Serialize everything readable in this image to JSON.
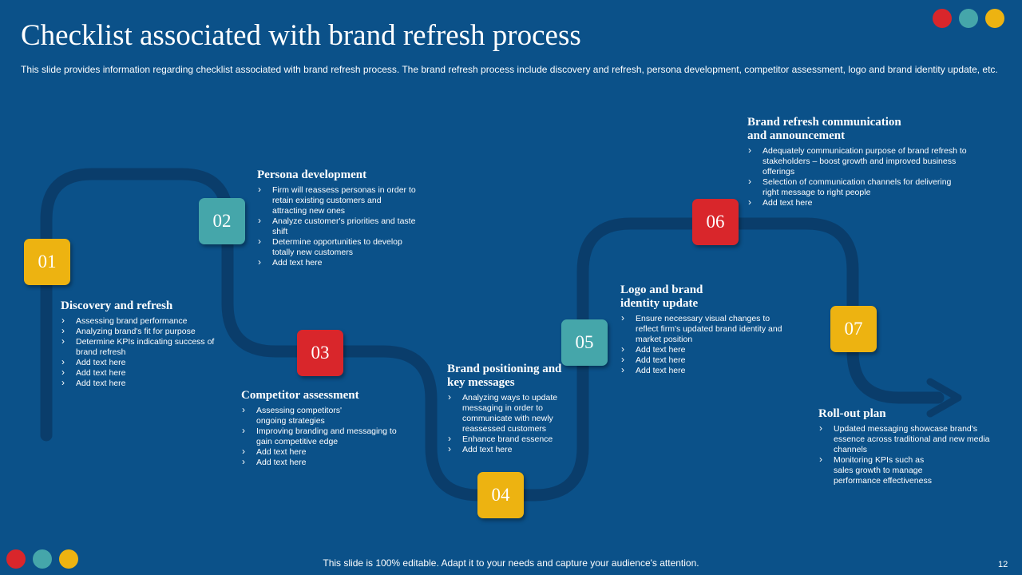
{
  "title": "Checklist associated with brand refresh process",
  "subtitle": "This slide provides information regarding checklist associated with brand refresh process. The brand refresh process include discovery and refresh, persona development, competitor assessment, logo and brand identity update, etc.",
  "colors": {
    "background": "#0b5189",
    "path": "#0a3d6b",
    "red": "#d9262b",
    "teal": "#45a6aa",
    "yellow": "#edb311"
  },
  "steps": [
    {
      "number": "01",
      "color": "#edb311",
      "title": "Discovery and refresh",
      "items": [
        "Assessing brand performance",
        "Analyzing brand's fit for purpose",
        "Determine KPIs  indicating success of brand refresh",
        "Add text here",
        "Add text here",
        "Add text here"
      ]
    },
    {
      "number": "02",
      "color": "#45a6aa",
      "title": "Persona development",
      "items": [
        "Firm will reassess personas in order to retain existing customers and attracting new ones",
        "Analyze customer's priorities and taste shift",
        "Determine opportunities to develop totally new customers",
        "Add text here"
      ]
    },
    {
      "number": "03",
      "color": "#d9262b",
      "title": "Competitor assessment",
      "items": [
        "Assessing competitors' ongoing strategies",
        "Improving branding and messaging to gain competitive edge",
        "Add text here",
        "Add text here"
      ]
    },
    {
      "number": "04",
      "color": "#edb311",
      "title": "Brand positioning and key messages",
      "items": [
        "Analyzing ways to update messaging in order to communicate  with newly reassessed customers",
        "Enhance brand essence",
        "Add text here"
      ]
    },
    {
      "number": "05",
      "color": "#45a6aa",
      "title": "Logo and brand identity update",
      "items": [
        "Ensure necessary visual changes to reflect firm's updated brand identity and market position",
        "Add text here",
        "Add text here",
        "Add text here"
      ]
    },
    {
      "number": "06",
      "color": "#d9262b",
      "title": "Brand refresh communication and announcement",
      "items": [
        "Adequately communication purpose of brand refresh to stakeholders – boost growth and improved business offerings",
        "Selection of communication channels for delivering right message to right people",
        "Add text here"
      ]
    },
    {
      "number": "07",
      "color": "#edb311",
      "title": "Roll-out plan",
      "items": [
        "Updated messaging showcase brand's essence across traditional and new media channels",
        "Monitoring KPIs  such as sales growth to manage performance effectiveness"
      ]
    }
  ],
  "footer": "This slide is 100% editable. Adapt it to your needs and capture your audience's attention.",
  "page_number": "12"
}
